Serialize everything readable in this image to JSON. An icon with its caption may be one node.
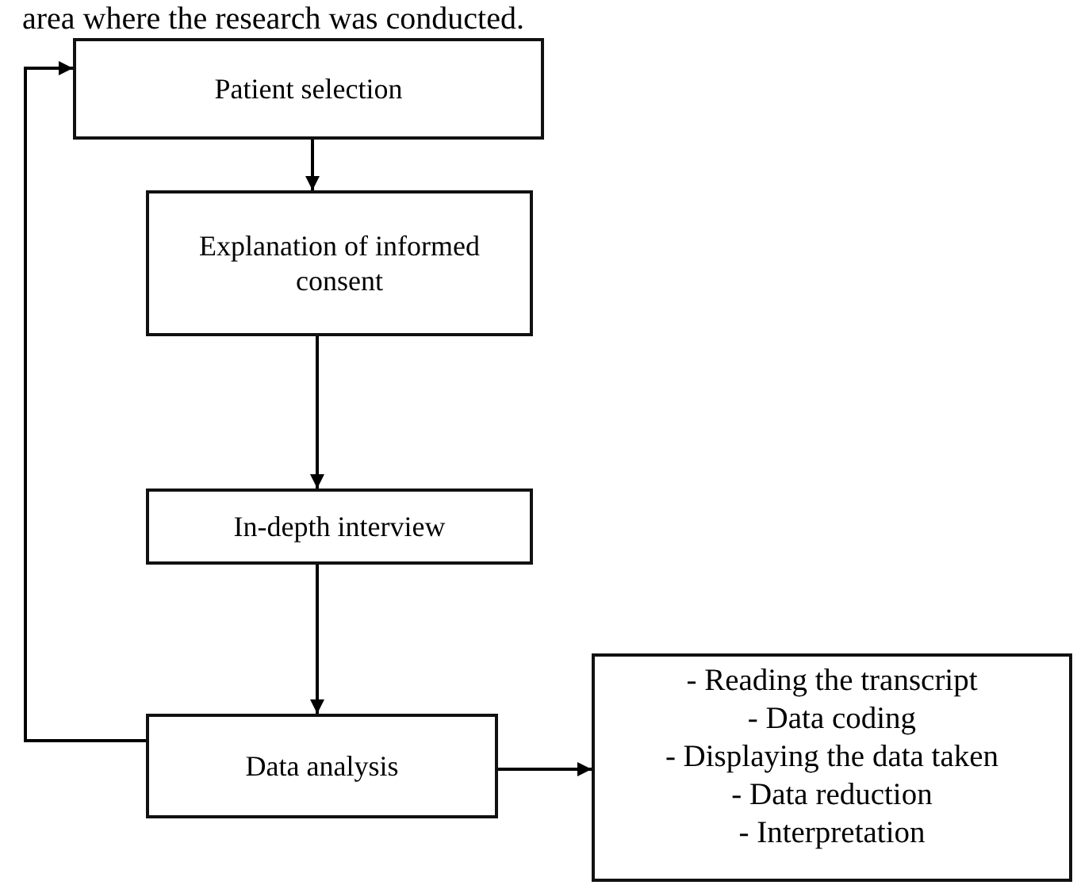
{
  "diagram": {
    "nodes": [
      {
        "text": [
          "Patient selection"
        ]
      },
      {
        "text": [
          "Explanation of informed consent"
        ]
      },
      {
        "text": [
          "In-depth interview"
        ]
      },
      {
        "text": [
          "Data analysis"
        ]
      },
      {
        "text": [
          "- Reading the transcript",
          "- Data coding",
          "- Displaying the data taken",
          "- Data reduction",
          "- Interpretation"
        ]
      }
    ],
    "edges": [
      {
        "from": 0,
        "to": 1,
        "arrow": "to"
      },
      {
        "from": 1,
        "to": 2,
        "arrow": "to"
      },
      {
        "from": 2,
        "to": 3,
        "arrow": "to"
      },
      {
        "from": 3,
        "to": 4,
        "arrow": "to"
      },
      {
        "from": 3,
        "to": 0,
        "arrow": "to"
      }
    ],
    "labels": [
      "area where the research was conducted."
    ]
  }
}
